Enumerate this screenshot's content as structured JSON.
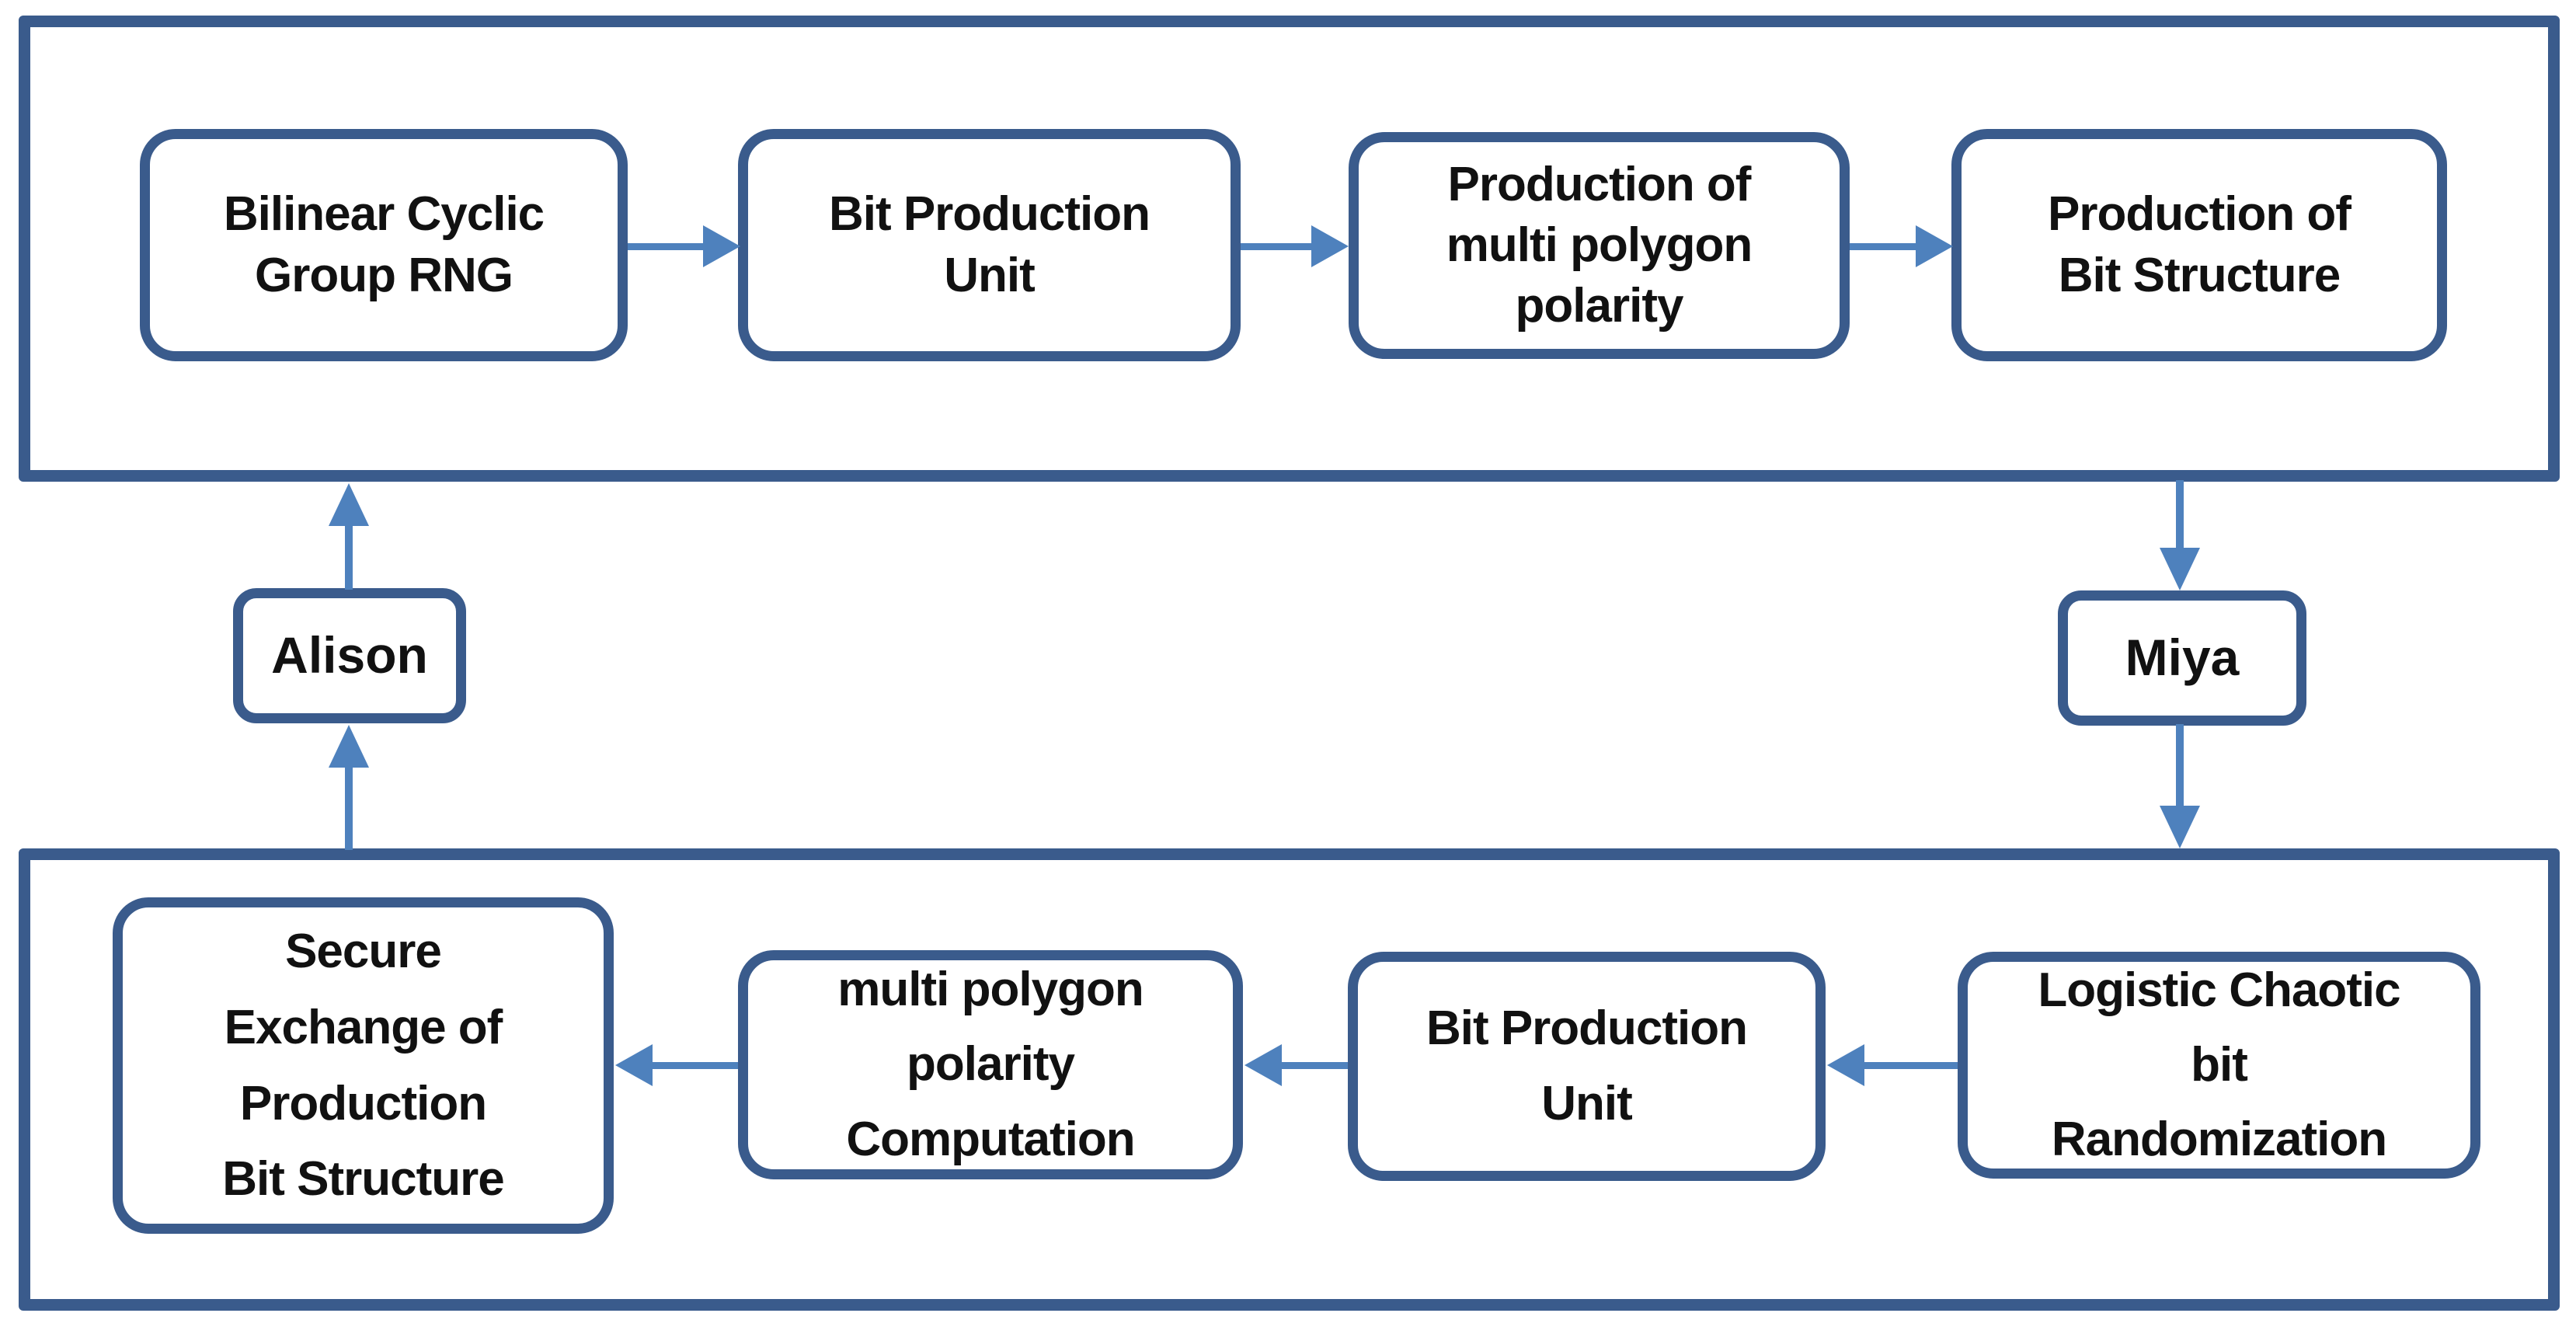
{
  "figure": {
    "background": "#ffffff",
    "colors": {
      "container_border": "#3a5b8c",
      "box_border": "#3a5b8c",
      "arrow": "#4e81bd",
      "text": "#111111"
    },
    "top_pipeline": {
      "boxes": [
        {
          "label": "Bilinear Cyclic\nGroup RNG"
        },
        {
          "label": "Bit Production\nUnit"
        },
        {
          "label": "Production of\nmulti polygon\npolarity"
        },
        {
          "label": "Production of\nBit Structure"
        }
      ]
    },
    "actors": [
      {
        "label": "Alison"
      },
      {
        "label": "Miya"
      }
    ],
    "bottom_pipeline": {
      "boxes": [
        {
          "label": "Secure\nExchange of\nProduction\nBit Structure"
        },
        {
          "label": "multi polygon\npolarity\nComputation"
        },
        {
          "label": "Bit Production\nUnit"
        },
        {
          "label": "Logistic Chaotic\nbit\nRandomization"
        }
      ]
    },
    "arrows": [
      {
        "from": "Bilinear Cyclic Group RNG",
        "to": "Bit Production Unit (top)",
        "direction": "right"
      },
      {
        "from": "Bit Production Unit (top)",
        "to": "Production of multi polygon polarity",
        "direction": "right"
      },
      {
        "from": "Production of multi polygon polarity",
        "to": "Production of Bit Structure",
        "direction": "right"
      },
      {
        "from": "top pipeline",
        "to": "Miya",
        "direction": "down"
      },
      {
        "from": "Miya",
        "to": "bottom pipeline",
        "direction": "down"
      },
      {
        "from": "Logistic Chaotic bit Randomization",
        "to": "Bit Production Unit (bottom)",
        "direction": "left"
      },
      {
        "from": "Bit Production Unit (bottom)",
        "to": "multi polygon polarity Computation",
        "direction": "left"
      },
      {
        "from": "multi polygon polarity Computation",
        "to": "Secure Exchange of Production Bit Structure",
        "direction": "left"
      },
      {
        "from": "bottom pipeline",
        "to": "Alison",
        "direction": "up"
      },
      {
        "from": "Alison",
        "to": "top pipeline",
        "direction": "up"
      }
    ]
  }
}
